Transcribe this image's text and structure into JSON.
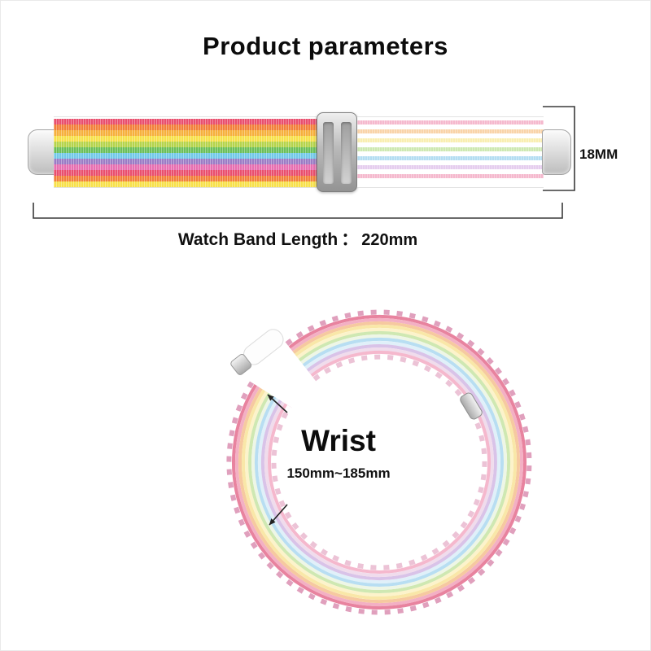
{
  "title": "Product parameters",
  "band": {
    "width_label": "18MM",
    "length_label": "Watch Band Length",
    "length_separator": "：",
    "length_value": "220mm",
    "left_stripes": [
      "#e94f6e",
      "#f2803a",
      "#f6b03c",
      "#f7e14b",
      "#b5d44c",
      "#6bbf5a",
      "#72c9e8",
      "#9b7cc5",
      "#e76fb0",
      "#e94f6e",
      "#f2803a",
      "#f7e14b"
    ],
    "right_stripes": [
      "#f5b8cd",
      "#f9d3a8",
      "#f9eeb0",
      "#cde8b0",
      "#b3ddf2",
      "#e5cdee",
      "#f5b8cd"
    ]
  },
  "wrist": {
    "label": "Wrist",
    "range": "150mm~185mm",
    "ring_loops": [
      {
        "r": 184.5,
        "w": 6,
        "color": "#e0a0bd",
        "dash": "7 9"
      },
      {
        "r": 129.5,
        "w": 6,
        "color": "#ecc3d6",
        "dash": "7 9"
      }
    ],
    "ring_stripes": [
      {
        "r": 179,
        "w": 4,
        "color": "#e8839f"
      },
      {
        "r": 175,
        "w": 4,
        "color": "#f3b0c4"
      },
      {
        "r": 171,
        "w": 4,
        "color": "#f6c9a0"
      },
      {
        "r": 167,
        "w": 4,
        "color": "#f9e7a8"
      },
      {
        "r": 163,
        "w": 4,
        "color": "#fcf3cb"
      },
      {
        "r": 159,
        "w": 4,
        "color": "#cfe8b2"
      },
      {
        "r": 155,
        "w": 4,
        "color": "#eef6e6"
      },
      {
        "r": 151,
        "w": 4,
        "color": "#b8def2"
      },
      {
        "r": 147,
        "w": 4,
        "color": "#e0f0f9"
      },
      {
        "r": 143,
        "w": 4,
        "color": "#d9c3e8"
      },
      {
        "r": 139,
        "w": 4,
        "color": "#f0dcec"
      },
      {
        "r": 135,
        "w": 4,
        "color": "#f5b8cd"
      }
    ]
  }
}
